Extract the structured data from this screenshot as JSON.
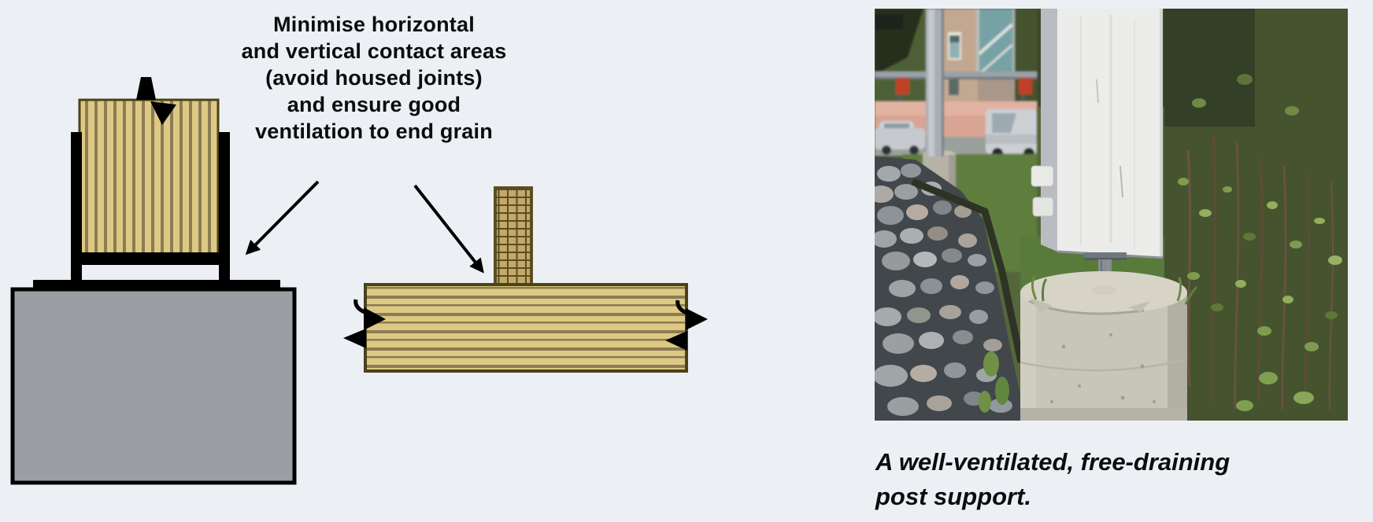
{
  "annotation": {
    "lines": [
      "Minimise horizontal",
      "and vertical contact areas",
      "(avoid housed joints)",
      "and ensure good",
      "ventilation to end grain"
    ]
  },
  "caption": {
    "lines": [
      "A well-ventilated, free-draining",
      "post support."
    ]
  },
  "icons": {
    "end_grain_moisture_arrow": "filled-triangle-arrow",
    "annotation_pointer_arrow": "thin-line-arrow"
  },
  "colors": {
    "page-bg": "#ecf0f5",
    "text-color": "#0c0c0c",
    "wood-light": "#ddc983",
    "wood-grain": "#8b7c55",
    "wood-border": "#4c4119",
    "endgrain-fill": "#c3a96b",
    "endgrain-line": "#5b4e20",
    "steel-black": "#000000",
    "concrete-grey": "#9b9ea3"
  }
}
